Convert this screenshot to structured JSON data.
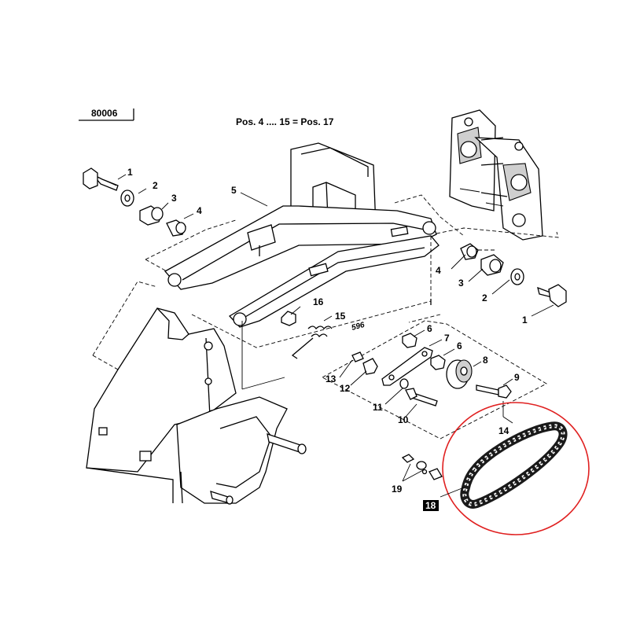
{
  "diagram": {
    "ref_code": "80006",
    "note": "Pos. 4 .... 15 = Pos. 17",
    "stamp": "596",
    "highlight_color": "#e02020",
    "labels": {
      "p1_left": "1",
      "p2_left": "2",
      "p3_left": "3",
      "p4_left": "4",
      "p5": "5",
      "p4_right": "4",
      "p3_right": "3",
      "p2_right": "2",
      "p1_right": "1",
      "p16": "16",
      "p15": "15",
      "p6_top": "6",
      "p7": "7",
      "p6_mid": "6",
      "p8": "8",
      "p9": "9",
      "p13": "13",
      "p12": "12",
      "p11": "11",
      "p10": "10",
      "p14": "14",
      "p19": "19",
      "p18": "18"
    }
  }
}
